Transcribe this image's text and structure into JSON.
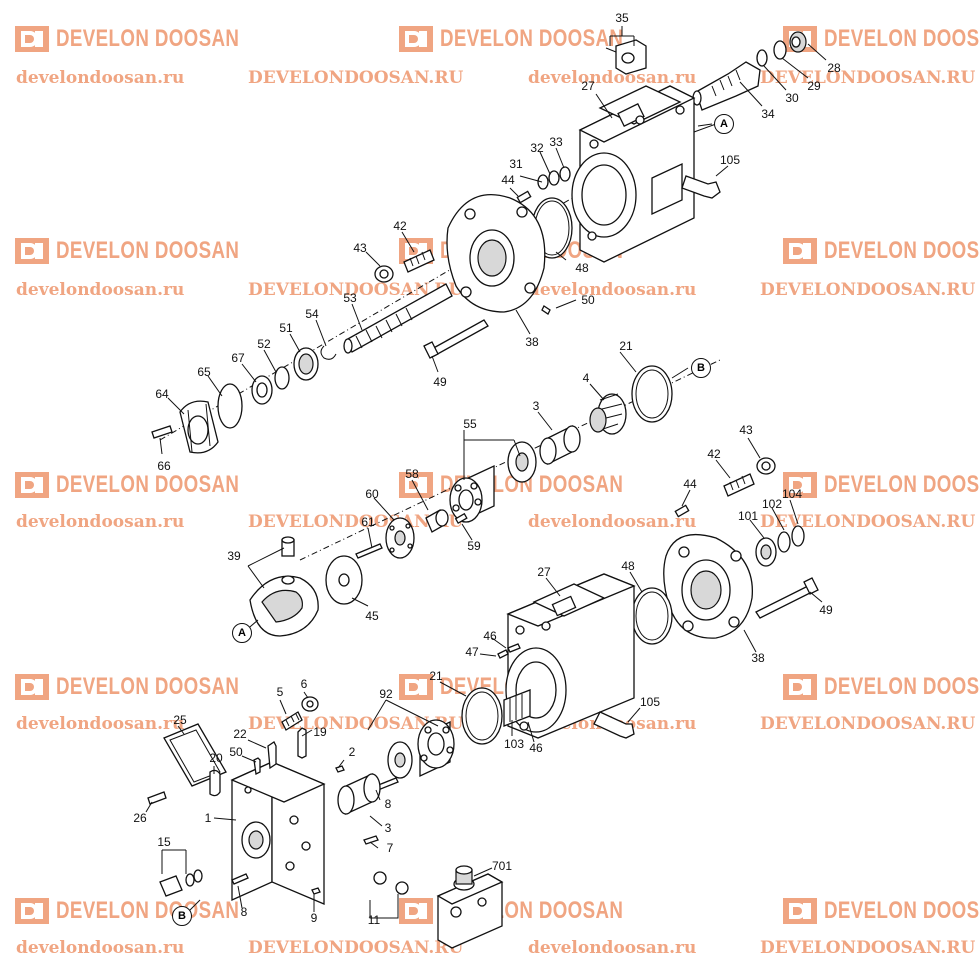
{
  "watermark": {
    "brand": "DEVELON DOOSAN",
    "url_lower": "develondoosan.ru",
    "url_upper": "DEVELONDOOSAN.RU",
    "color": "#f0a582"
  },
  "diagram": {
    "callouts": [
      "35",
      "28",
      "29",
      "30",
      "34",
      "27",
      "105",
      "31",
      "32",
      "33",
      "44",
      "42",
      "43",
      "48",
      "50",
      "38",
      "53",
      "54",
      "51",
      "52",
      "67",
      "65",
      "64",
      "66",
      "49",
      "21",
      "4",
      "3",
      "55",
      "43",
      "42",
      "44",
      "104",
      "102",
      "101",
      "58",
      "60",
      "61",
      "59",
      "39",
      "45",
      "49",
      "38",
      "27",
      "48",
      "46",
      "47",
      "21",
      "105",
      "92",
      "103",
      "46",
      "5",
      "6",
      "19",
      "22",
      "50",
      "2",
      "25",
      "20",
      "26",
      "1",
      "8",
      "3",
      "7",
      "15",
      "9",
      "11",
      "701",
      "8"
    ],
    "circle_labels": [
      "A",
      "B",
      "A",
      "B"
    ]
  }
}
